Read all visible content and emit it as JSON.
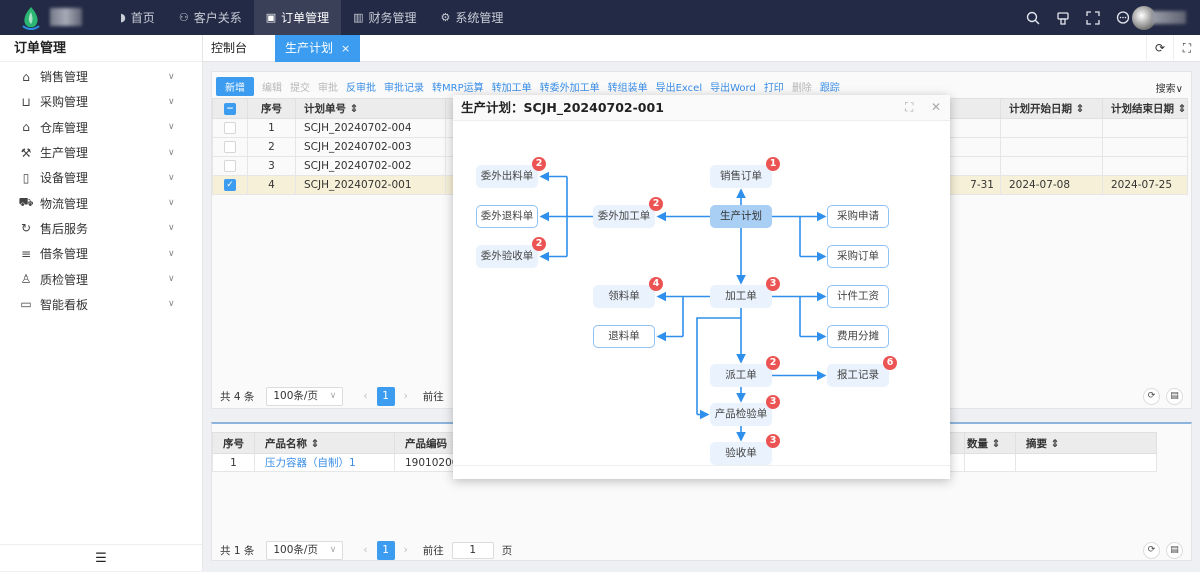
{
  "topbar": {
    "nav": [
      {
        "label": "首页",
        "icon": "home-icon",
        "glyph": "◗"
      },
      {
        "label": "客户关系",
        "icon": "users-icon",
        "glyph": "⚇"
      },
      {
        "label": "订单管理",
        "icon": "order-icon",
        "glyph": "▣"
      },
      {
        "label": "财务管理",
        "icon": "finance-icon",
        "glyph": "▥"
      },
      {
        "label": "系统管理",
        "icon": "gear-icon",
        "glyph": "⚙"
      }
    ],
    "active_index": 2
  },
  "sidebar": {
    "title": "订单管理",
    "items": [
      {
        "label": "销售管理",
        "icon": "sales-icon",
        "glyph": "⌂"
      },
      {
        "label": "采购管理",
        "icon": "cart-icon",
        "glyph": "⊔"
      },
      {
        "label": "仓库管理",
        "icon": "warehouse-icon",
        "glyph": "⌂"
      },
      {
        "label": "生产管理",
        "icon": "production-icon",
        "glyph": "⚒"
      },
      {
        "label": "设备管理",
        "icon": "device-icon",
        "glyph": "▯"
      },
      {
        "label": "物流管理",
        "icon": "truck-icon",
        "glyph": "⛟"
      },
      {
        "label": "售后服务",
        "icon": "service-icon",
        "glyph": "↻"
      },
      {
        "label": "借条管理",
        "icon": "note-icon",
        "glyph": "≡"
      },
      {
        "label": "质检管理",
        "icon": "inspector-icon",
        "glyph": "♙"
      },
      {
        "label": "智能看板",
        "icon": "dashboard-icon",
        "glyph": "▭"
      }
    ],
    "footer_glyph": "☰"
  },
  "tabs": [
    {
      "label": "控制台"
    },
    {
      "label": "生产计划",
      "close": "×"
    }
  ],
  "toolbar": {
    "new_label": "新增",
    "actions": [
      {
        "label": "编辑",
        "disabled": true
      },
      {
        "label": "提交",
        "disabled": true
      },
      {
        "label": "审批",
        "disabled": true
      },
      {
        "label": "反审批",
        "disabled": false
      },
      {
        "label": "审批记录",
        "disabled": false
      },
      {
        "label": "转MRP运算",
        "disabled": false
      },
      {
        "label": "转加工单",
        "disabled": false
      },
      {
        "label": "转委外加工单",
        "disabled": false
      },
      {
        "label": "转组装单",
        "disabled": false
      },
      {
        "label": "导出Excel",
        "disabled": false
      },
      {
        "label": "导出Word",
        "disabled": false
      },
      {
        "label": "打印",
        "disabled": false
      },
      {
        "label": "删除",
        "disabled": true
      },
      {
        "label": "跟踪",
        "disabled": false
      }
    ],
    "search_label": "搜索∨"
  },
  "plan_table": {
    "headers": [
      "序号",
      "计划单号 ⇕",
      "计划开始日期 ⇕",
      "计划结束日期 ⇕"
    ],
    "rows": [
      {
        "no": "1",
        "code": "SCJH_20240702-004",
        "partial": "",
        "start": "",
        "end": "",
        "checked": false
      },
      {
        "no": "2",
        "code": "SCJH_20240702-003",
        "partial": "",
        "start": "",
        "end": "",
        "checked": false
      },
      {
        "no": "3",
        "code": "SCJH_20240702-002",
        "partial": "",
        "start": "",
        "end": "",
        "checked": false
      },
      {
        "no": "4",
        "code": "SCJH_20240702-001",
        "partial": "7-31",
        "start": "2024-07-08",
        "end": "2024-07-25",
        "checked": true
      }
    ],
    "hidden_header_tail": "⇕"
  },
  "pager1": {
    "total": "共 4 条",
    "size": "100条/页",
    "page": "1",
    "goto": "前往"
  },
  "item_table": {
    "headers": [
      "序号",
      "产品名称 ⇕",
      "产品编码 ⇕",
      "数量 ⇕",
      "摘要 ⇕"
    ],
    "rows": [
      {
        "no": "1",
        "name": "压力容器（自制）1",
        "code": "19010200"
      }
    ]
  },
  "pager2": {
    "total": "共 1 条",
    "size": "100条/页",
    "page": "1",
    "goto": "前往",
    "goto_value": "1",
    "page_unit": "页"
  },
  "modal": {
    "title": "生产计划：SCJH_20240702-001",
    "nodes": {
      "wwcl": {
        "label": "委外出料单",
        "badge": "2"
      },
      "wwtl": {
        "label": "委外退料单",
        "badge": ""
      },
      "wwys": {
        "label": "委外验收单",
        "badge": "2"
      },
      "wwjg": {
        "label": "委外加工单",
        "badge": "2"
      },
      "xsdd": {
        "label": "销售订单",
        "badge": "1"
      },
      "scjh": {
        "label": "生产计划",
        "badge": ""
      },
      "cgsq": {
        "label": "采购申请",
        "badge": ""
      },
      "cgdd": {
        "label": "采购订单",
        "badge": ""
      },
      "lld": {
        "label": "领料单",
        "badge": "4"
      },
      "tld": {
        "label": "退料单",
        "badge": ""
      },
      "jgd": {
        "label": "加工单",
        "badge": "3"
      },
      "jjgz": {
        "label": "计件工资",
        "badge": ""
      },
      "fyft": {
        "label": "费用分摊",
        "badge": ""
      },
      "pgd": {
        "label": "派工单",
        "badge": "2"
      },
      "bgjl": {
        "label": "报工记录",
        "badge": "6"
      },
      "cpjy": {
        "label": "产品检验单",
        "badge": "3"
      },
      "ysd": {
        "label": "验收单",
        "badge": "3"
      }
    }
  },
  "colors": {
    "accent": "#3b9cf0",
    "topbar": "#232a45",
    "badge": "#ec5454",
    "selected_row": "#f7f0d8"
  }
}
